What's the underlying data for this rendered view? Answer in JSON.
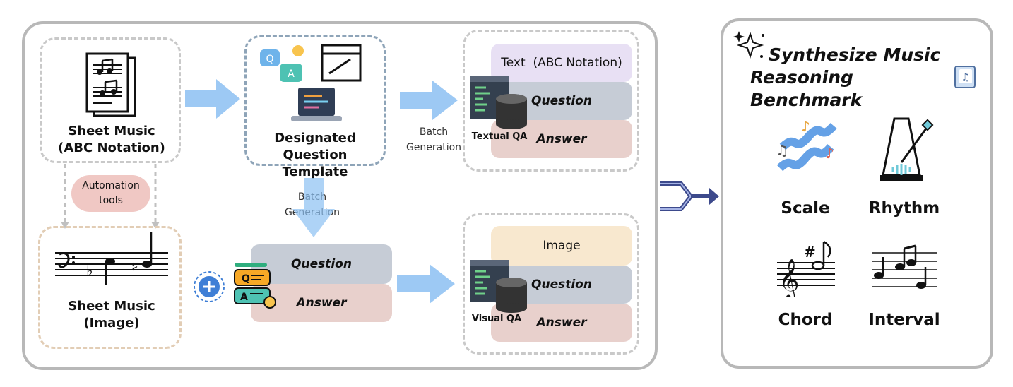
{
  "sheet_music_abc": {
    "line1": "Sheet Music",
    "line2": "(ABC Notation)"
  },
  "template": {
    "line1": "Designated Question",
    "line2": "Template"
  },
  "batch_generation_right": {
    "line1": "Batch",
    "line2": "Generation"
  },
  "batch_generation_down": {
    "line1": "Batch",
    "line2": "Generation"
  },
  "automation_tools": {
    "line1": "Automation",
    "line2": "tools"
  },
  "sheet_music_image": {
    "line1": "Sheet Music",
    "line2": "(Image)"
  },
  "textual_qa": {
    "text_bar": "Text  (ABC Notation)",
    "question": "Question",
    "answer": "Answer",
    "label": "Textual QA"
  },
  "middle_qa": {
    "question": "Question",
    "answer": "Answer"
  },
  "visual_qa": {
    "image_bar": "Image",
    "question": "Question",
    "answer": "Answer",
    "label": "Visual QA"
  },
  "benchmark": {
    "title_line1": "Synthesize Music",
    "title_line2": "Reasoning Benchmark",
    "categories": [
      "Scale",
      "Rhythm",
      "Chord",
      "Interval"
    ]
  },
  "colors": {
    "arrow_blue": "#8cc0f2",
    "merge_arrow": "#3d4a8c",
    "question_bar": "#c6ccd6",
    "answer_bar": "#e8d0cc"
  }
}
